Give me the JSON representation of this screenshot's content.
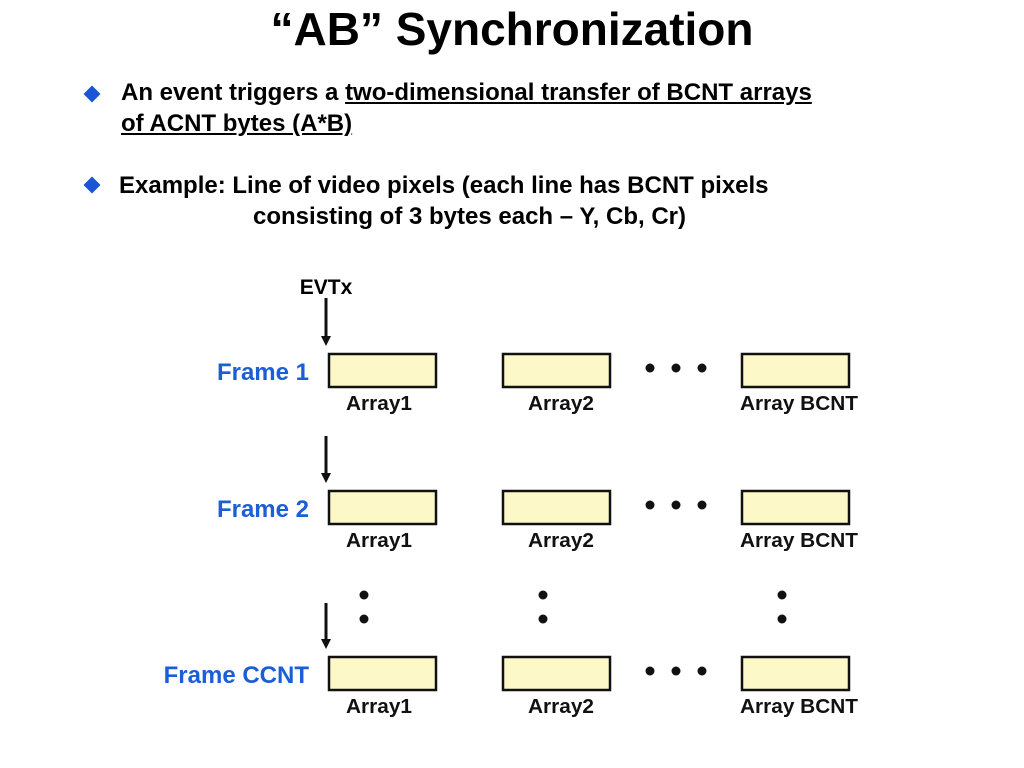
{
  "title": "“AB” Synchronization",
  "bullets": [
    {
      "text_plain": "An event triggers a ",
      "text_underlined_1": "two-dimensional transfer of BCNT arrays",
      "text_underlined_2": "of ACNT bytes (A*B)"
    },
    {
      "line1": "Example: Line of video pixels (each line has BCNT pixels",
      "line2": "consisting of 3 bytes each – Y, Cb, Cr)"
    }
  ],
  "colors": {
    "bullet_diamond": "#1a55d6",
    "frame_label": "#1a5fd6",
    "array_fill": "#fdf8c8",
    "array_border": "#111111"
  },
  "diagram": {
    "event_label": "EVTx",
    "rows": [
      {
        "frame": "Frame 1",
        "arrays": [
          "Array1",
          "Array2",
          "Array BCNT"
        ]
      },
      {
        "frame": "Frame 2",
        "arrays": [
          "Array1",
          "Array2",
          "Array BCNT"
        ]
      },
      {
        "frame": "Frame CCNT",
        "arrays": [
          "Array1",
          "Array2",
          "Array BCNT"
        ]
      }
    ]
  }
}
